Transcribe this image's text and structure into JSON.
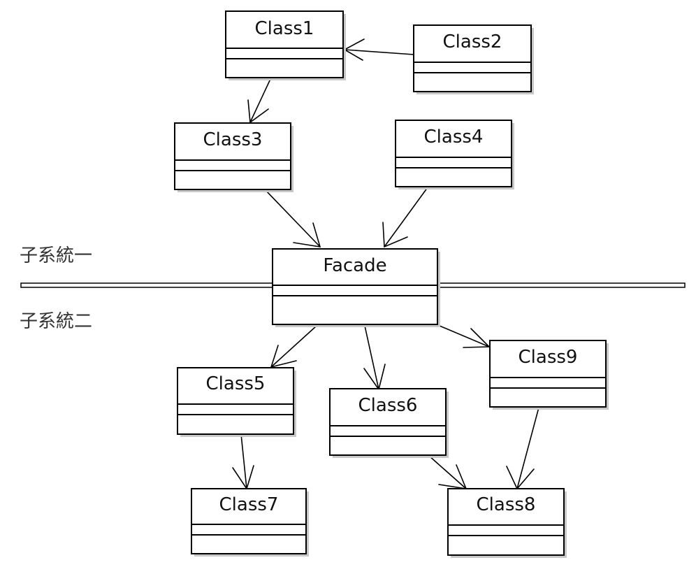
{
  "subsystem_labels": {
    "upper": "子系統一",
    "lower": "子系統二"
  },
  "classes": {
    "class1": "Class1",
    "class2": "Class2",
    "class3": "Class3",
    "class4": "Class4",
    "facade": "Facade",
    "class5": "Class5",
    "class6": "Class6",
    "class7": "Class7",
    "class8": "Class8",
    "class9": "Class9"
  },
  "associations": [
    {
      "from": "Class2",
      "to": "Class1"
    },
    {
      "from": "Class1",
      "to": "Class3"
    },
    {
      "from": "Class3",
      "to": "Facade"
    },
    {
      "from": "Class4",
      "to": "Facade"
    },
    {
      "from": "Facade",
      "to": "Class5"
    },
    {
      "from": "Facade",
      "to": "Class6"
    },
    {
      "from": "Facade",
      "to": "Class9"
    },
    {
      "from": "Class5",
      "to": "Class7"
    },
    {
      "from": "Class6",
      "to": "Class8"
    },
    {
      "from": "Class9",
      "to": "Class8"
    }
  ]
}
